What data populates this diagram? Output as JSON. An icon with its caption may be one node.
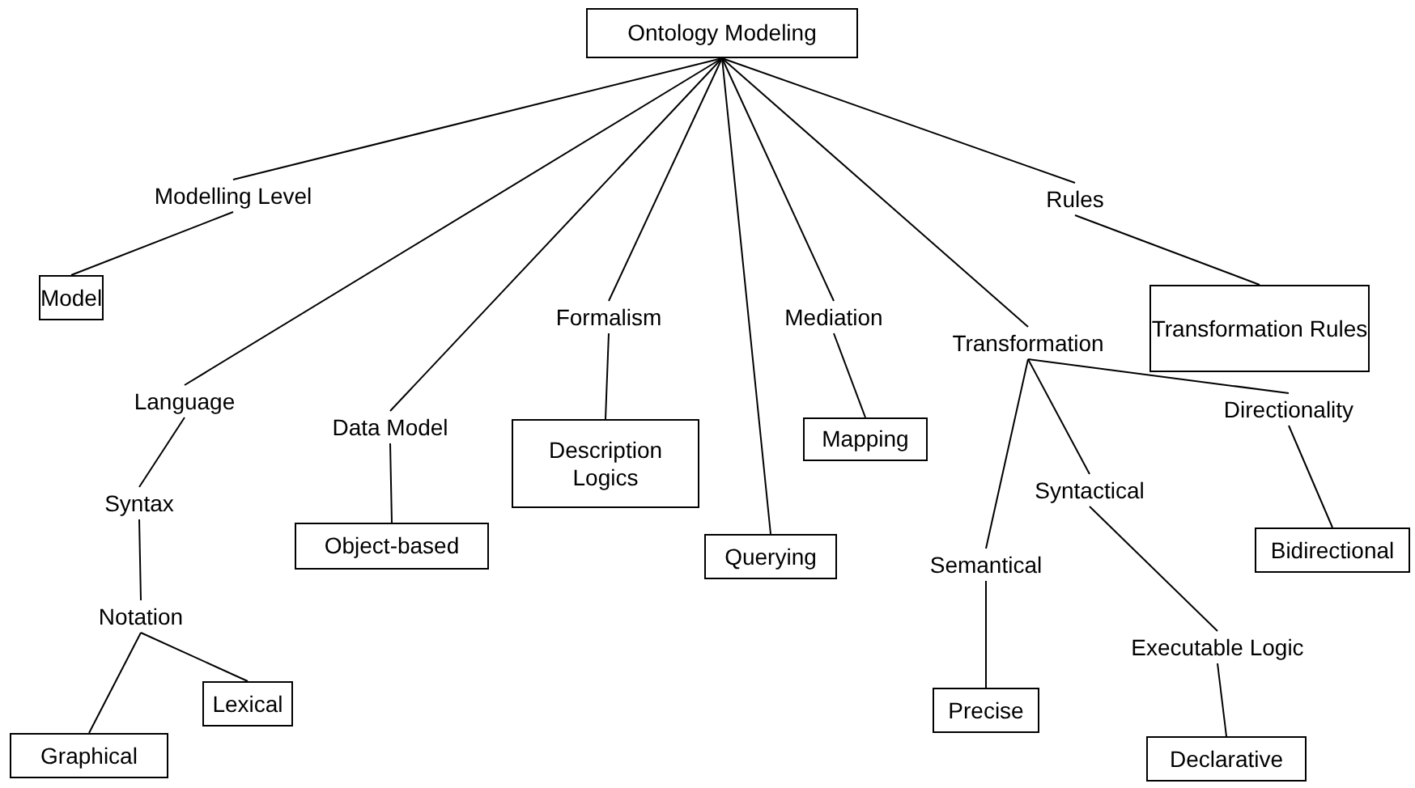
{
  "diagram": {
    "nodes": [
      {
        "text": [
          "Ontology Modeling"
        ]
      },
      {
        "text": [
          "Modelling Level"
        ]
      },
      {
        "text": [
          "Model"
        ]
      },
      {
        "text": [
          "Language"
        ]
      },
      {
        "text": [
          "Syntax"
        ]
      },
      {
        "text": [
          "Notation"
        ]
      },
      {
        "text": [
          "Graphical"
        ]
      },
      {
        "text": [
          "Lexical"
        ]
      },
      {
        "text": [
          "Data Model"
        ]
      },
      {
        "text": [
          "Object-based"
        ]
      },
      {
        "text": [
          "Formalism"
        ]
      },
      {
        "text": [
          "Description Logics"
        ]
      },
      {
        "text": [
          "Querying"
        ]
      },
      {
        "text": [
          "Mediation"
        ]
      },
      {
        "text": [
          "Mapping"
        ]
      },
      {
        "text": [
          "Rules"
        ]
      },
      {
        "text": [
          "Transformation Rules"
        ]
      },
      {
        "text": [
          "Transformation"
        ]
      },
      {
        "text": [
          "Semantical"
        ]
      },
      {
        "text": [
          "Precise"
        ]
      },
      {
        "text": [
          "Syntactical"
        ]
      },
      {
        "text": [
          "Executable Logic"
        ]
      },
      {
        "text": [
          "Declarative"
        ]
      },
      {
        "text": [
          "Directionality"
        ]
      },
      {
        "text": [
          "Bidirectional"
        ]
      }
    ],
    "edges": [
      {
        "from": 0,
        "to": 1,
        "arrow": "none"
      },
      {
        "from": 1,
        "to": 2,
        "arrow": "none"
      },
      {
        "from": 0,
        "to": 3,
        "arrow": "none"
      },
      {
        "from": 3,
        "to": 4,
        "arrow": "none"
      },
      {
        "from": 4,
        "to": 5,
        "arrow": "none"
      },
      {
        "from": 5,
        "to": 6,
        "arrow": "none"
      },
      {
        "from": 5,
        "to": 7,
        "arrow": "none"
      },
      {
        "from": 0,
        "to": 8,
        "arrow": "none"
      },
      {
        "from": 8,
        "to": 9,
        "arrow": "none"
      },
      {
        "from": 0,
        "to": 10,
        "arrow": "none"
      },
      {
        "from": 10,
        "to": 11,
        "arrow": "none"
      },
      {
        "from": 0,
        "to": 12,
        "arrow": "none"
      },
      {
        "from": 0,
        "to": 13,
        "arrow": "none"
      },
      {
        "from": 13,
        "to": 14,
        "arrow": "none"
      },
      {
        "from": 0,
        "to": 15,
        "arrow": "none"
      },
      {
        "from": 15,
        "to": 16,
        "arrow": "none"
      },
      {
        "from": 0,
        "to": 17,
        "arrow": "none"
      },
      {
        "from": 17,
        "to": 18,
        "arrow": "none"
      },
      {
        "from": 18,
        "to": 19,
        "arrow": "none"
      },
      {
        "from": 17,
        "to": 20,
        "arrow": "none"
      },
      {
        "from": 20,
        "to": 21,
        "arrow": "none"
      },
      {
        "from": 21,
        "to": 22,
        "arrow": "none"
      },
      {
        "from": 17,
        "to": 23,
        "arrow": "none"
      },
      {
        "from": 23,
        "to": 24,
        "arrow": "none"
      }
    ]
  }
}
